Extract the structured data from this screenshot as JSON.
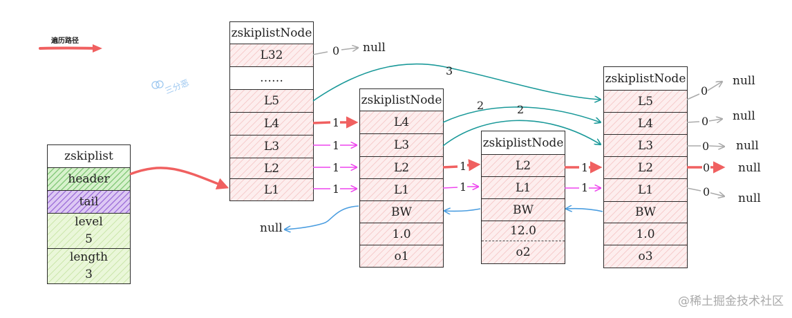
{
  "legend": {
    "label": "遍历路径",
    "arrow_color": "#f06060"
  },
  "watermark": "三分恶",
  "footer": "@稀土掘金技术社区",
  "colors": {
    "traversal": "#f06060",
    "magenta": "#ee44ee",
    "teal": "#1a9999",
    "blue": "#4a9de0",
    "gray": "#aaaaaa"
  },
  "zskiplist": {
    "title": "zskiplist",
    "header": "header",
    "tail": "tail",
    "level_label": "level",
    "level_value": "5",
    "length_label": "length",
    "length_value": "3"
  },
  "header_node": {
    "title": "zskiplistNode",
    "levels": [
      "L32",
      "……",
      "L5",
      "L4",
      "L3",
      "L2",
      "L1"
    ]
  },
  "node1": {
    "title": "zskiplistNode",
    "levels": [
      "L4",
      "L3",
      "L2",
      "L1"
    ],
    "backward": "BW",
    "score": "1.0",
    "obj": "o1"
  },
  "node2": {
    "title": "zskiplistNode",
    "levels": [
      "L2",
      "L1"
    ],
    "backward": "BW",
    "score": "12.0",
    "obj": "o2"
  },
  "node3": {
    "title": "zskiplistNode",
    "levels": [
      "L5",
      "L4",
      "L3",
      "L2",
      "L1"
    ],
    "backward": "BW",
    "score": "1.0",
    "obj": "o3"
  },
  "spans": {
    "header_L32": "0",
    "header_L5": "3",
    "header_L4": "1",
    "header_L3": "1",
    "header_L2": "1",
    "header_L1": "1",
    "node1_L4": "2",
    "node1_L3": "2",
    "node1_L2": "1",
    "node1_L1": "1",
    "node2_L2": "1",
    "node2_L1": "1",
    "node3_L5": "0",
    "node3_L4": "0",
    "node3_L3": "0",
    "node3_L2": "0",
    "node3_L1": "0"
  },
  "null_label": "null"
}
